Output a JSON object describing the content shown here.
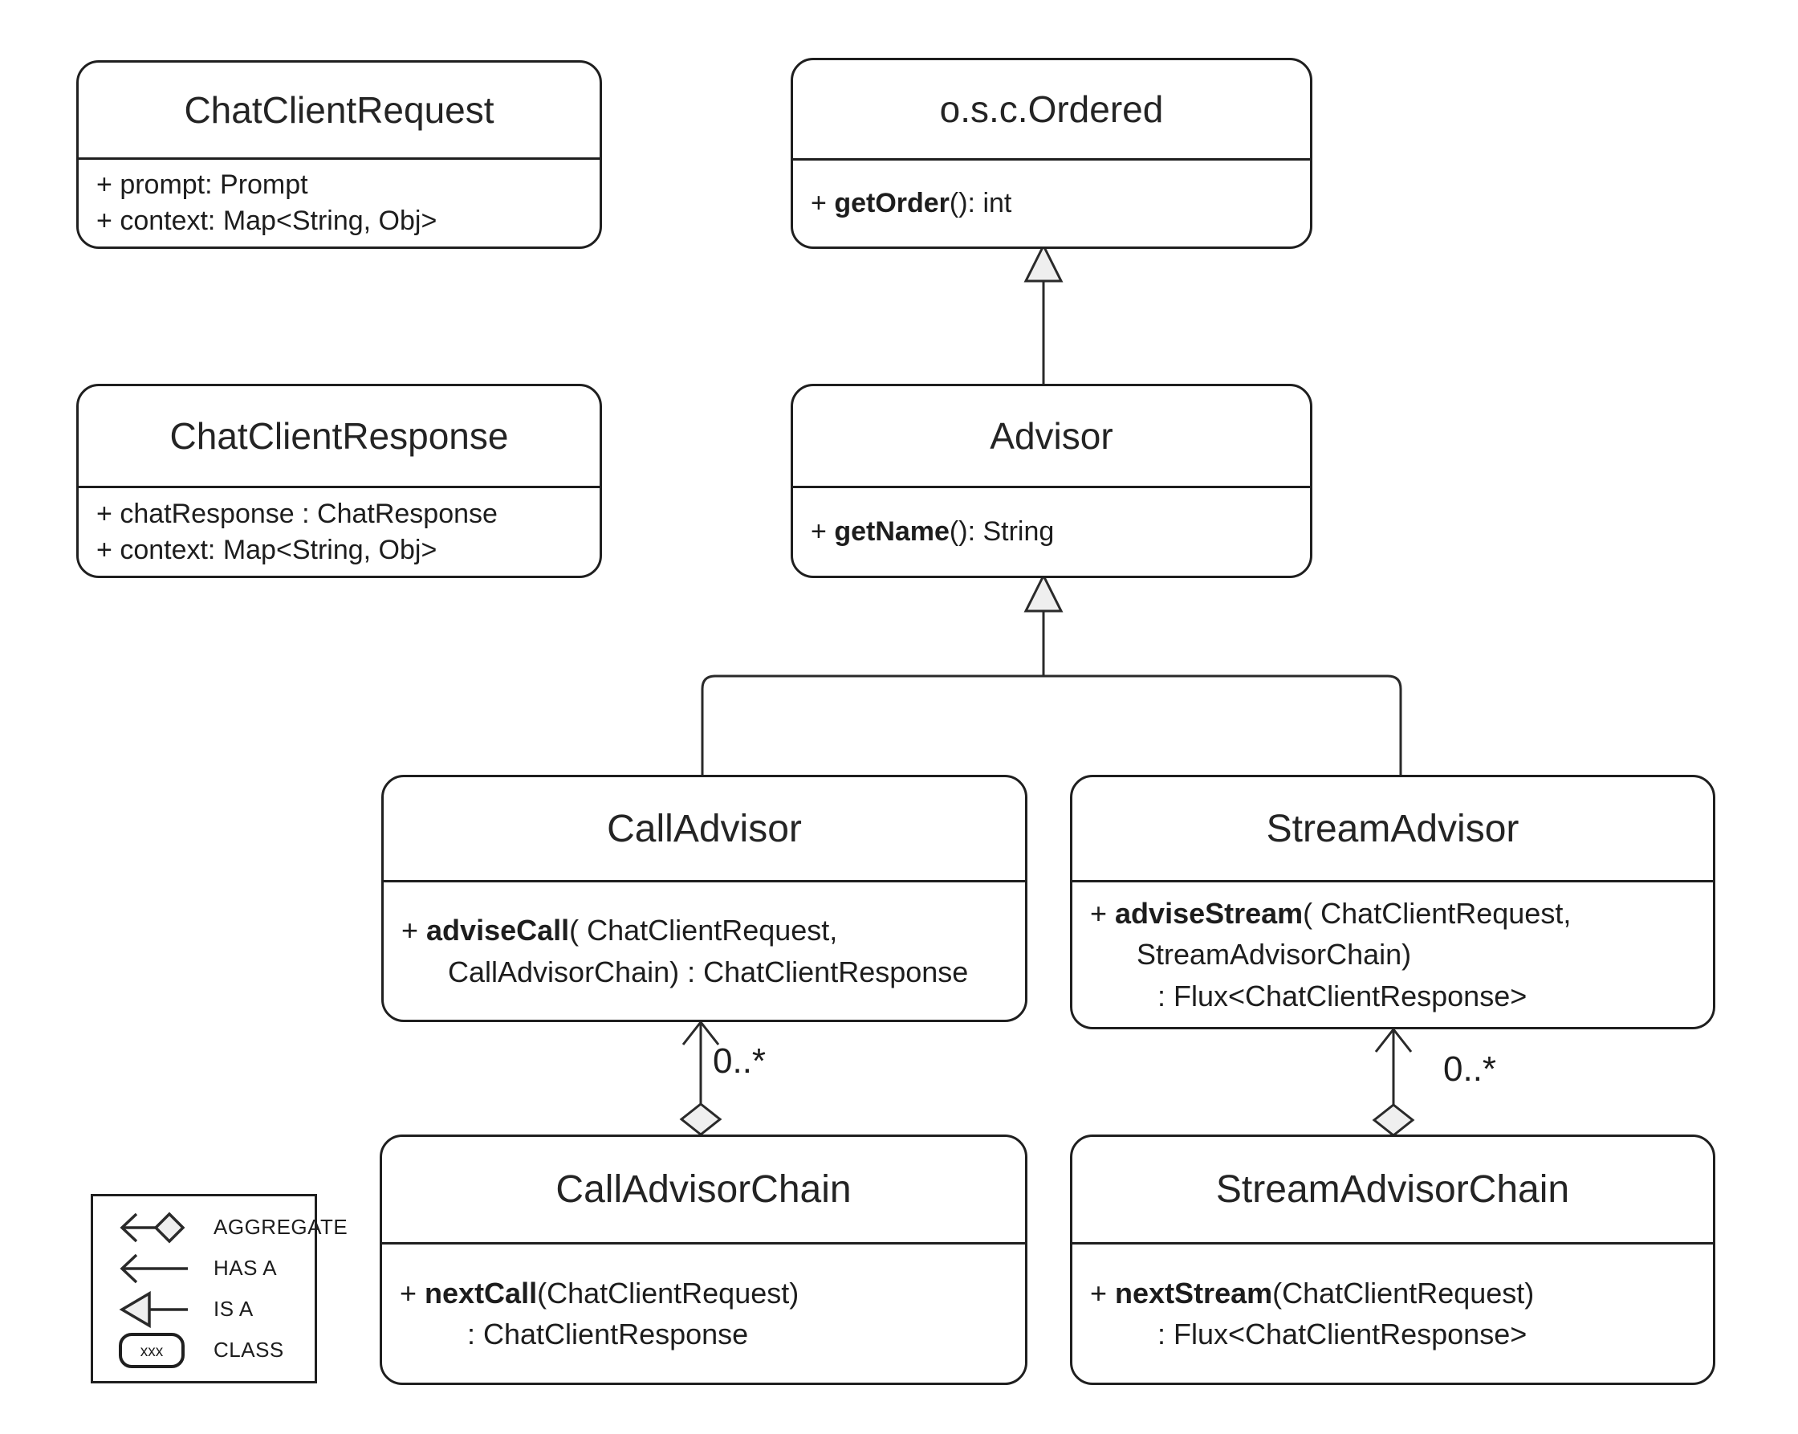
{
  "classes": [
    {
      "title": "ChatClientRequest",
      "members": [
        {
          "pre": "+ ",
          "bold": "",
          "rest": "prompt: Prompt"
        },
        {
          "pre": "+ ",
          "bold": "",
          "rest": "context: Map<String, Obj>"
        }
      ]
    },
    {
      "title": "o.s.c.Ordered",
      "members": [
        {
          "pre": "+ ",
          "bold": "getOrder",
          "rest": "(): int"
        }
      ]
    },
    {
      "title": "ChatClientResponse",
      "members": [
        {
          "pre": "+ ",
          "bold": "",
          "rest": "chatResponse : ChatResponse"
        },
        {
          "pre": "+ ",
          "bold": "",
          "rest": "context: Map<String, Obj>"
        }
      ]
    },
    {
      "title": "Advisor",
      "members": [
        {
          "pre": "+ ",
          "bold": "getName",
          "rest": "(): String"
        }
      ]
    },
    {
      "title": "CallAdvisor",
      "members": [
        {
          "pre": "+ ",
          "bold": "adviseCall",
          "rest": "( ChatClientRequest,"
        },
        {
          "pre": "",
          "bold": "",
          "rest": "CallAdvisorChain) : ChatClientResponse"
        }
      ]
    },
    {
      "title": "StreamAdvisor",
      "members": [
        {
          "pre": "+ ",
          "bold": "adviseStream",
          "rest": "( ChatClientRequest,"
        },
        {
          "pre": "",
          "bold": "",
          "rest": "StreamAdvisorChain)"
        },
        {
          "pre": "",
          "bold": "",
          "rest": ": Flux<ChatClientResponse>"
        }
      ]
    },
    {
      "title": "CallAdvisorChain",
      "members": [
        {
          "pre": "+ ",
          "bold": "nextCall",
          "rest": "(ChatClientRequest)"
        },
        {
          "pre": "",
          "bold": "",
          "rest": ": ChatClientResponse"
        }
      ]
    },
    {
      "title": "StreamAdvisorChain",
      "members": [
        {
          "pre": "+ ",
          "bold": "nextStream",
          "rest": "(ChatClientRequest)"
        },
        {
          "pre": "",
          "bold": "",
          "rest": ": Flux<ChatClientResponse>"
        }
      ]
    }
  ],
  "relationships": {
    "advisor_to_ordered": {
      "type": "is-a"
    },
    "calladvisor_to_advisor": {
      "type": "is-a"
    },
    "streamadvisor_to_advisor": {
      "type": "is-a"
    },
    "calladvisorchain_to_calladvisor": {
      "type": "aggregate",
      "multiplicity": "0..*"
    },
    "streamadvisorchain_to_streamadvisor": {
      "type": "aggregate",
      "multiplicity": "0..*"
    }
  },
  "legend": {
    "items": [
      {
        "label": "AGGREGATE"
      },
      {
        "label": "HAS A"
      },
      {
        "label": "IS A"
      },
      {
        "label": "CLASS"
      }
    ],
    "class_box_text": "xxx"
  },
  "colors": {
    "background": "#ffffff",
    "stroke": "#1f1f1f",
    "text": "#1d1d1d",
    "shape_fill": "#efefef"
  }
}
